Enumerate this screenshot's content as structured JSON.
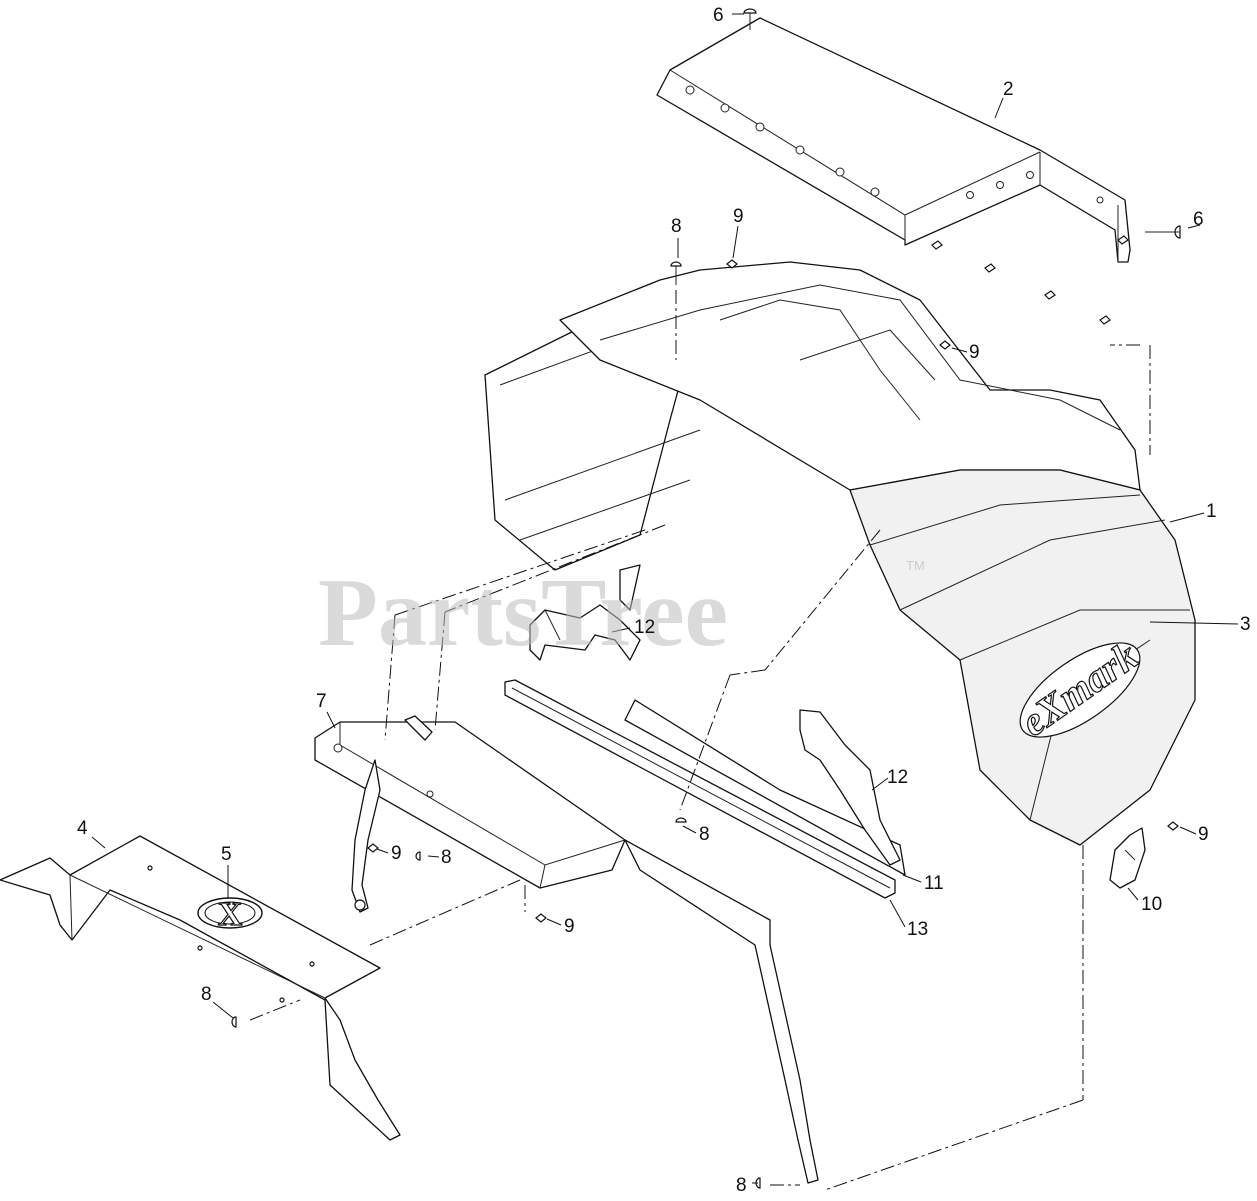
{
  "watermark": {
    "text": "PartsTree",
    "trademark": "TM"
  },
  "brand_logo": {
    "text": "eXmark"
  },
  "emblem": {
    "glyph": "X"
  },
  "callouts": [
    {
      "id": "c6a",
      "label": "6"
    },
    {
      "id": "c2",
      "label": "2"
    },
    {
      "id": "c6b",
      "label": "6"
    },
    {
      "id": "c8a",
      "label": "8"
    },
    {
      "id": "c9a",
      "label": "9"
    },
    {
      "id": "c9b",
      "label": "9"
    },
    {
      "id": "c1",
      "label": "1"
    },
    {
      "id": "c3",
      "label": "3"
    },
    {
      "id": "c12a",
      "label": "12"
    },
    {
      "id": "c12b",
      "label": "12"
    },
    {
      "id": "c7",
      "label": "7"
    },
    {
      "id": "c9c",
      "label": "9"
    },
    {
      "id": "c8b",
      "label": "8"
    },
    {
      "id": "c8c",
      "label": "8"
    },
    {
      "id": "c9d",
      "label": "9"
    },
    {
      "id": "c10",
      "label": "10"
    },
    {
      "id": "c11",
      "label": "11"
    },
    {
      "id": "c13",
      "label": "13"
    },
    {
      "id": "c4",
      "label": "4"
    },
    {
      "id": "c5",
      "label": "5"
    },
    {
      "id": "c9e",
      "label": "9"
    },
    {
      "id": "c8d",
      "label": "8"
    },
    {
      "id": "c8e",
      "label": "8"
    }
  ]
}
